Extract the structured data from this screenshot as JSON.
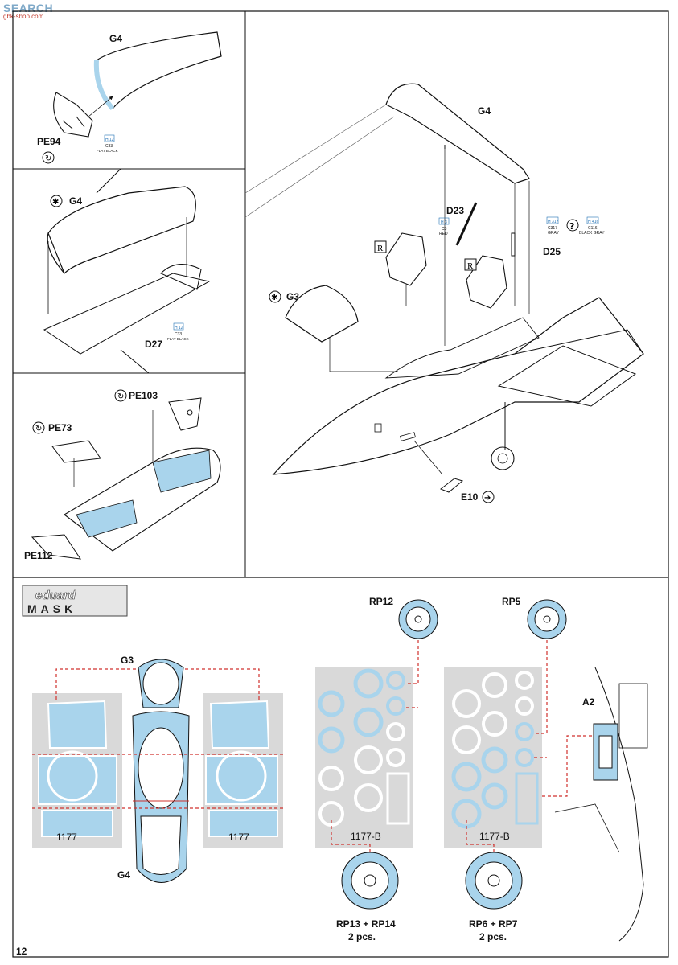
{
  "watermark": {
    "text": "SEARCH",
    "sub": "gbk-shop.com"
  },
  "page_number": "12",
  "labels": {
    "g4_a": "G4",
    "pe94": "PE94",
    "g4_b": "G4",
    "d27": "D27",
    "pe103": "PE103",
    "pe73": "PE73",
    "pe112": "PE112",
    "g4_main": "G4",
    "d23": "D23",
    "d25": "D25",
    "g3_main": "G3",
    "e10": "E10",
    "mask_g3": "G3",
    "mask_g4": "G4",
    "rp12": "RP12",
    "rp5": "RP5",
    "a2": "A2",
    "rp13_14": "RP13 + RP14",
    "rp13_pcs": "2 pcs.",
    "rp6_7": "RP6 + RP7",
    "rp6_pcs": "2 pcs.",
    "sheet_code_1": "1177",
    "sheet_code_2": "1177",
    "sheet_code_3": "1177-B",
    "sheet_code_4": "1177-B",
    "rev_mark_1": "R",
    "rev_mark_2": "R"
  },
  "paint_codes": {
    "flat_black_1": {
      "h": "H 12",
      "c": "C33",
      "name": "FLAT BLACK"
    },
    "flat_black_2": {
      "h": "H 12",
      "c": "C33",
      "name": "FLAT BLACK"
    },
    "red": {
      "h": "H 3",
      "c": "C3",
      "name": "RED"
    },
    "gray": {
      "h": "H 317",
      "c": "C317",
      "name": "GRAY"
    },
    "black_gray": {
      "h": "H 416",
      "c": "C116",
      "name": "BLACK GRAY"
    }
  },
  "logo": {
    "brand": "eduard",
    "product": "MASK"
  },
  "colors": {
    "mask_blue": "#a9d4ec",
    "mask_sheet_gray": "#d9d9d9",
    "guide_red": "#d0312d",
    "ink": "#111111"
  }
}
